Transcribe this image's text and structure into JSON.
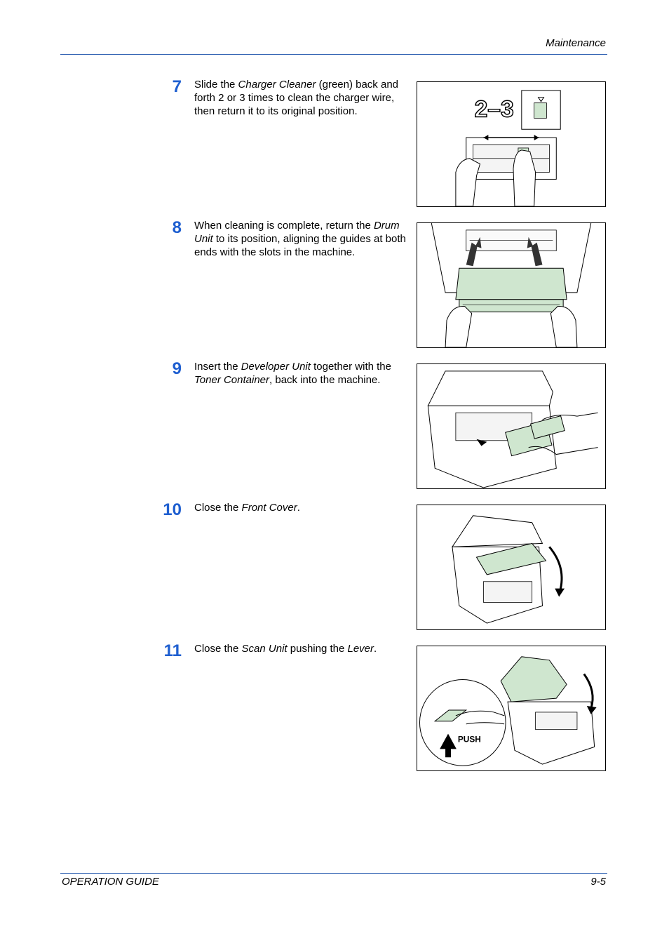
{
  "header": {
    "section": "Maintenance"
  },
  "footer": {
    "guide": "OPERATION GUIDE",
    "page": "9-5"
  },
  "steps": [
    {
      "number": "7",
      "segments": [
        {
          "text": "Slide the ",
          "italic": false
        },
        {
          "text": "Charger Cleaner",
          "italic": true
        },
        {
          "text": " (green) back and forth 2 or 3 times to clean the charger wire, then return it to its original position.",
          "italic": false
        }
      ],
      "figure_label": "2–3",
      "figure_icon": "charger-cleaner-illustration"
    },
    {
      "number": "8",
      "segments": [
        {
          "text": "When cleaning is complete, return the ",
          "italic": false
        },
        {
          "text": "Drum Unit",
          "italic": true
        },
        {
          "text": " to its position, aligning the guides at both ends with the slots in the machine.",
          "italic": false
        }
      ],
      "figure_icon": "drum-unit-illustration"
    },
    {
      "number": "9",
      "segments": [
        {
          "text": "Insert the ",
          "italic": false
        },
        {
          "text": "Developer Unit",
          "italic": true
        },
        {
          "text": " together with the ",
          "italic": false
        },
        {
          "text": "Toner Container",
          "italic": true
        },
        {
          "text": ", back into the machine.",
          "italic": false
        }
      ],
      "figure_icon": "developer-unit-illustration"
    },
    {
      "number": "10",
      "segments": [
        {
          "text": "Close the ",
          "italic": false
        },
        {
          "text": "Front Cover",
          "italic": true
        },
        {
          "text": ".",
          "italic": false
        }
      ],
      "figure_icon": "front-cover-illustration"
    },
    {
      "number": "11",
      "segments": [
        {
          "text": "Close the ",
          "italic": false
        },
        {
          "text": "Scan Unit",
          "italic": true
        },
        {
          "text": " pushing the ",
          "italic": false
        },
        {
          "text": "Lever",
          "italic": true
        },
        {
          "text": ".",
          "italic": false
        }
      ],
      "figure_label": "PUSH",
      "figure_icon": "scan-unit-lever-illustration"
    }
  ],
  "colors": {
    "accent": "#1f5fd0",
    "rule": "#2a5db0",
    "part_highlight": "#cfe6cf"
  }
}
